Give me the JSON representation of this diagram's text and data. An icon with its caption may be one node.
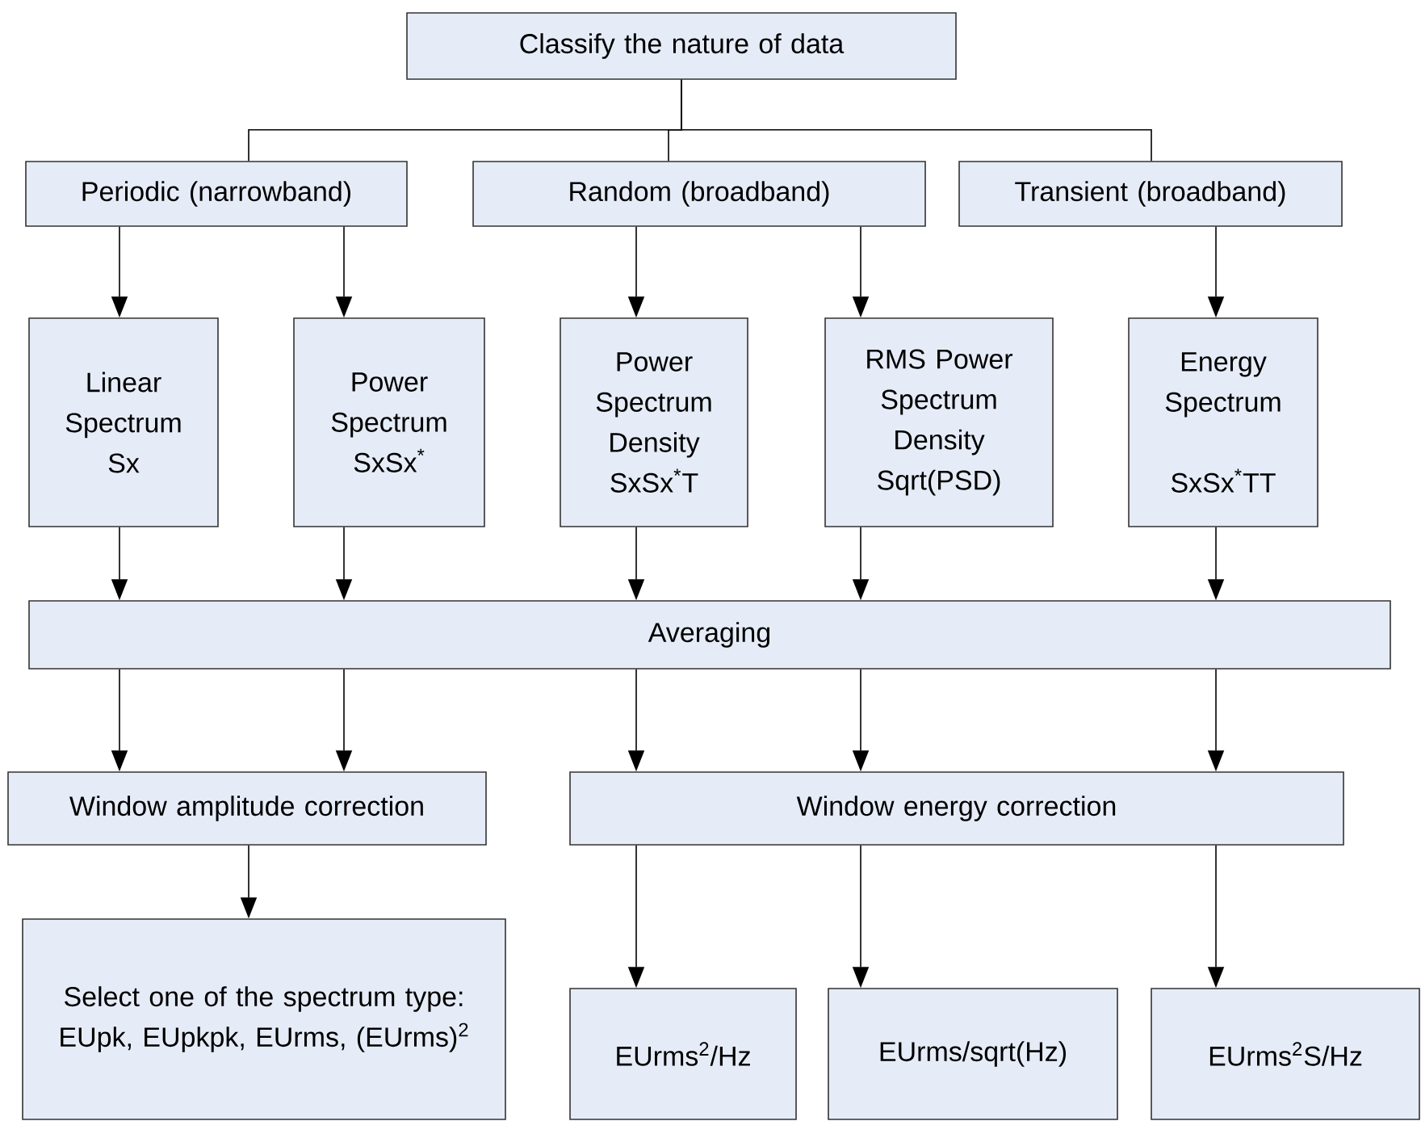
{
  "diagram": {
    "nodes": [
      {
        "text": [
          "Classify the nature of data"
        ]
      },
      {
        "text": [
          "Periodic (narrowband)"
        ]
      },
      {
        "text": [
          "Random (broadband)"
        ]
      },
      {
        "text": [
          "Transient (broadband)"
        ]
      },
      {
        "text": [
          "Linear Spectrum Sx"
        ]
      },
      {
        "text": [
          "Power Spectrum SxSx$^{*}$"
        ]
      },
      {
        "text": [
          "Power Spectrum Density SxSx$^{*}$T"
        ]
      },
      {
        "text": [
          "RMS Power Spectrum Density Sqrt(PSD)"
        ]
      },
      {
        "text": [
          "Energy Spectrum",
          "SxSx$^{*}$TT"
        ]
      },
      {
        "text": [
          "Averaging"
        ]
      },
      {
        "text": [
          "Window amplitude correction"
        ]
      },
      {
        "text": [
          "Window energy correction"
        ]
      },
      {
        "text": [
          "Select one of the spectrum type: EUpk, EUpkpk, EUrms, (EUrms)$^{2}$"
        ]
      },
      {
        "text": [
          "EUrms$^{2}$/Hz"
        ]
      },
      {
        "text": [
          "EUrms/sqrt(Hz)"
        ]
      },
      {
        "text": [
          "EUrms$^{2}$S/Hz"
        ]
      }
    ],
    "edges": [
      {
        "from": 0,
        "to": 1,
        "arrow": "none"
      },
      {
        "from": 0,
        "to": 2,
        "arrow": "none"
      },
      {
        "from": 0,
        "to": 3,
        "arrow": "none"
      },
      {
        "from": 1,
        "to": 4,
        "arrow": "to"
      },
      {
        "from": 1,
        "to": 5,
        "arrow": "to"
      },
      {
        "from": 2,
        "to": 6,
        "arrow": "to"
      },
      {
        "from": 2,
        "to": 7,
        "arrow": "to"
      },
      {
        "from": 3,
        "to": 8,
        "arrow": "to"
      },
      {
        "from": 4,
        "to": 9,
        "arrow": "to"
      },
      {
        "from": 5,
        "to": 9,
        "arrow": "to"
      },
      {
        "from": 6,
        "to": 9,
        "arrow": "to"
      },
      {
        "from": 7,
        "to": 9,
        "arrow": "to"
      },
      {
        "from": 8,
        "to": 9,
        "arrow": "to"
      },
      {
        "from": 9,
        "to": 10,
        "arrow": "to"
      },
      {
        "from": 9,
        "to": 10,
        "arrow": "to"
      },
      {
        "from": 9,
        "to": 11,
        "arrow": "to"
      },
      {
        "from": 9,
        "to": 11,
        "arrow": "to"
      },
      {
        "from": 9,
        "to": 11,
        "arrow": "to"
      },
      {
        "from": 10,
        "to": 12,
        "arrow": "to"
      },
      {
        "from": 11,
        "to": 13,
        "arrow": "to"
      },
      {
        "from": 11,
        "to": 14,
        "arrow": "to"
      },
      {
        "from": 11,
        "to": 15,
        "arrow": "to"
      }
    ]
  }
}
